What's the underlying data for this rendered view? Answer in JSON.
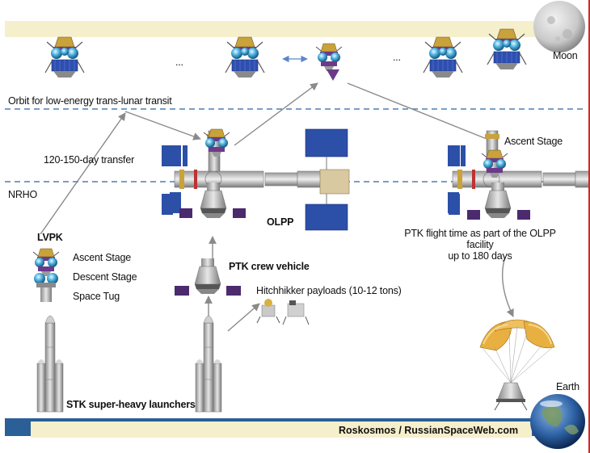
{
  "labels": {
    "moon": "Moon",
    "earth": "Earth",
    "orbit": "Orbit for low-energy trans-lunar transit",
    "nrho": "NRHO",
    "transfer": "120-150-day transfer",
    "ascent_stage_right": "Ascent Stage",
    "olpp": "OLPP",
    "ptk_flight_line1": "PTK flight time as part of the OLPP facility",
    "ptk_flight_line2": "up to 180 days",
    "lvpk": "LVPK",
    "ascent_stage": "Ascent Stage",
    "descent_stage": "Descent Stage",
    "space_tug": "Space Tug",
    "ptk_crew_vehicle": "PTK crew vehicle",
    "hitchhikker": "Hitchhikker payloads (10-12 tons)",
    "stk": "STK super-heavy launchers",
    "ellipsis_1": "...",
    "ellipsis_2": "...",
    "credit": "Roskosmos / RussianSpaceWeb.com"
  },
  "colors": {
    "moon_band": "#f6efcc",
    "dashed_line": "#4f7fb0",
    "arrow": "#8a8a8a",
    "solar_panel": "#2c4fa8",
    "purple_panel": "#4b2a6e",
    "earth_band_blue": "#2b5f98",
    "earth_band_cream": "#f6efcc",
    "border": "#c0302a"
  }
}
